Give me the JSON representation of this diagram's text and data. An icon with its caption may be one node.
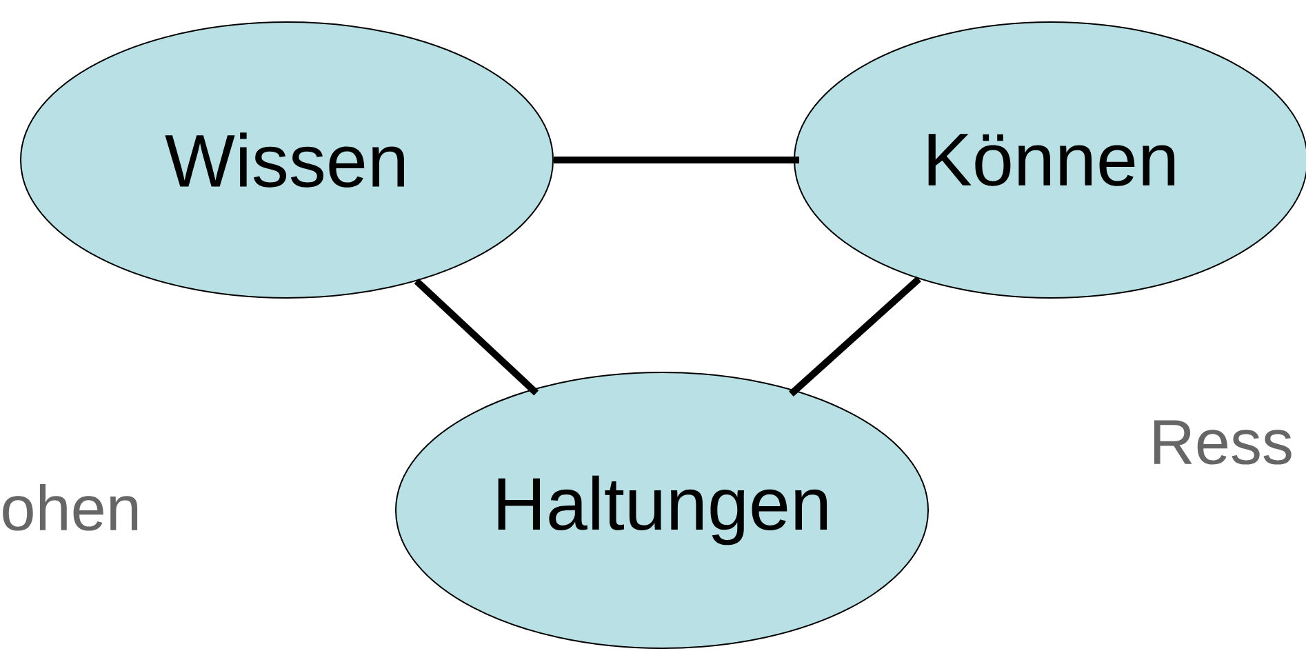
{
  "diagram": {
    "nodes": [
      {
        "text": [
          "Wissen"
        ]
      },
      {
        "text": [
          "Können"
        ]
      },
      {
        "text": [
          "Haltungen"
        ]
      }
    ],
    "edges": [
      {
        "from": 0,
        "to": 1,
        "arrow": "none"
      },
      {
        "from": 0,
        "to": 2,
        "arrow": "none"
      },
      {
        "from": 1,
        "to": 2,
        "arrow": "none"
      }
    ],
    "labels": [
      "ohen",
      "Ress"
    ]
  }
}
